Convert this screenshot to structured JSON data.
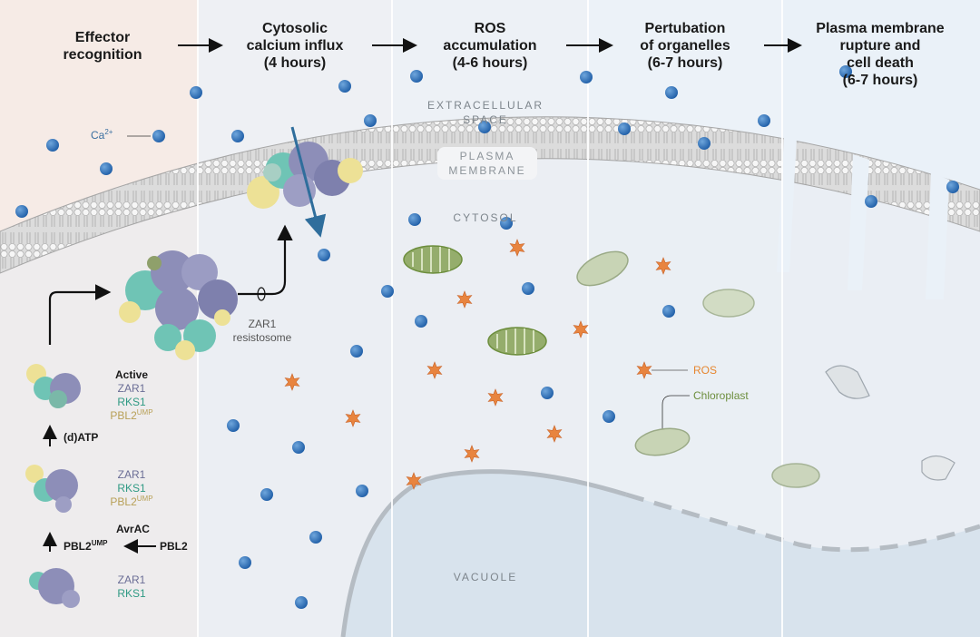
{
  "stages": [
    {
      "line1": "Effector",
      "line2": "recognition"
    },
    {
      "line1": "Cytosolic",
      "line2": "calcium influx",
      "line3": "(4 hours)"
    },
    {
      "line1": "ROS",
      "line2": "accumulation",
      "line3": "(4-6 hours)"
    },
    {
      "line1": "Pertubation",
      "line2": "of organelles",
      "line3": "(6-7 hours)"
    },
    {
      "line1": "Plasma membrane",
      "line2": "rupture and",
      "line3": "cell death",
      "line4": "(6-7 hours)"
    }
  ],
  "regions": {
    "extracellular_line1": "EXTRACELLULAR",
    "extracellular_line2": "SPACE",
    "membrane_line1": "PLASMA",
    "membrane_line2": "MEMBRANE",
    "cytosol": "CYTOSOL",
    "vacuole": "VACUOLE"
  },
  "labels": {
    "calcium": "Ca",
    "calcium_charge": "2+",
    "resistosome_line1": "ZAR1",
    "resistosome_line2": "resistosome",
    "ros": "ROS",
    "chloroplast": "Chloroplast",
    "active": "Active",
    "zar1": "ZAR1",
    "rks1": "RKS1",
    "pbl2": "PBL2",
    "ump": "UMP",
    "datp": "(d)ATP",
    "avrac": "AvrAC",
    "pbl2_ump": "PBL2",
    "pbl2_plain": "PBL2"
  },
  "colors": {
    "background": "#f2f3f5",
    "calcium_ion": "#2a6db5",
    "ros_star": "#e8843f",
    "chloroplast": "#95ad6c",
    "membrane": "#cfcfcf",
    "zar1": "#8d8eb8",
    "rks1": "#6fc4b5",
    "pbl2": "#ede196",
    "channel_arrow": "#2f6e9c"
  },
  "icons": [
    "calcium-ion-icon",
    "ros-star-icon",
    "chloroplast-icon",
    "protein-complex-icon",
    "arrow-icon"
  ]
}
